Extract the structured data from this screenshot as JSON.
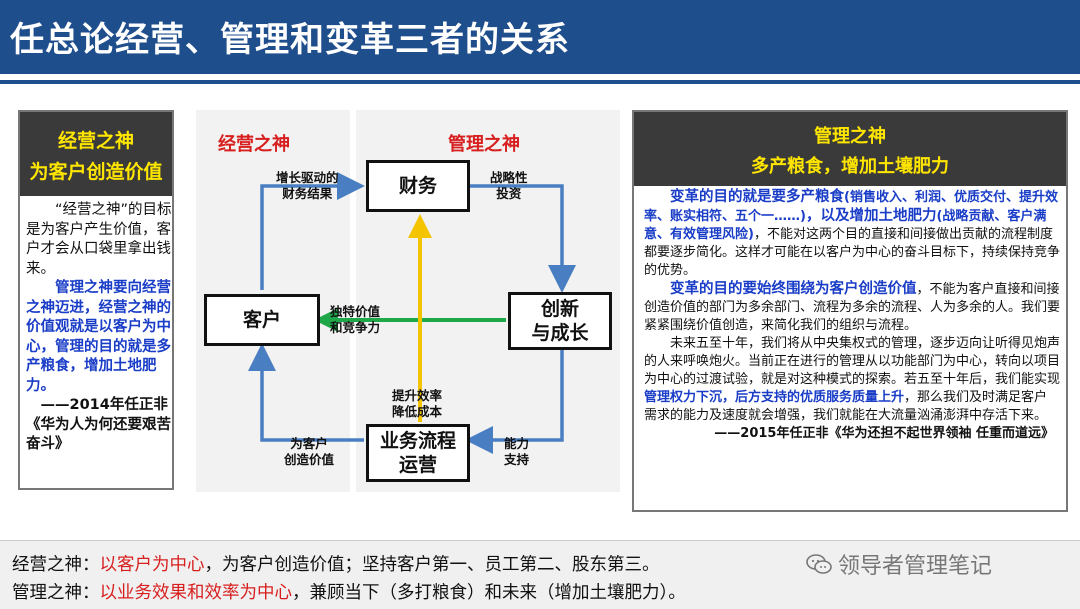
{
  "header": {
    "title": "任总论经营、管理和变革三者的关系"
  },
  "left_panel": {
    "heading_line1": "经营之神",
    "heading_line2": "为客户创造价值",
    "para1": "“经营之神”的目标是为客户产生价值，客户才会从口袋里拿出钱来。",
    "para2": "管理之神要向经营之神迈进，经营之神的价值观就是以客户为中心，管理的目的就是多产粮食，增加土地肥力。",
    "quote": "——2014年任正非《华为人为何还要艰苦奋斗》"
  },
  "diagram": {
    "zone_left": "经营之神",
    "zone_right": "管理之神",
    "nodes": {
      "finance": "财务",
      "customer": "客户",
      "innovation_line1": "创新",
      "innovation_line2": "与成长",
      "operations_line1": "业务流程",
      "operations_line2": "运营"
    },
    "edge_labels": {
      "growth_line1": "增长驱动的",
      "growth_line2": "财务结果",
      "strategic_line1": "战略性",
      "strategic_line2": "投资",
      "unique_line1": "独特价值",
      "unique_line2": "和竞争力",
      "efficiency_line1": "提升效率",
      "efficiency_line2": "降低成本",
      "create_value_line1": "为客户",
      "create_value_line2": "创造价值",
      "capability_line1": "能力",
      "capability_line2": "支持"
    },
    "colors": {
      "blue_arrow": "#4a7ec2",
      "green_arrow": "#1fa84a",
      "yellow_arrow": "#f5c400",
      "accent_red": "#d81f1f"
    }
  },
  "right_panel": {
    "heading_line1": "管理之神",
    "heading_line2": "多产粮食，增加土壤肥力",
    "p1_a": "变革的目的就是要多产粮食",
    "p1_b": "(销售收入、利润、优质交付、提升效率、账实相符、五个一……)",
    "p1_c": "，以及增加土地肥力",
    "p1_d": "(战略贡献、客户满意、有效管理风险)",
    "p1_e": "，不能对这两个目的直接和间接做出贡献的流程制度都要逐步简化。这样才可能在以客户为中心的奋斗目标下，持续保持竞争的优势。",
    "p2_a": "变革的目的要始终围绕为客户创造价值",
    "p2_b": "，不能为客户直接和间接创造价值的部门为多余部门、流程为多余的流程、人为多余的人。我们要紧紧围绕价值创造，来简化我们的组织与流程。",
    "p3_a": "未来五至十年，我们将从中央集权式的管理，逐步迈向让听得见炮声的人来呼唤炮火。当前正在进行的管理从以功能部门为中心，转向以项目为中心的过渡试验，就是对这种模式的探索。若五至十年后，我们能实现",
    "p3_b": "管理权力下沉，后方支持的优质服务质量上升",
    "p3_c": "，那么我们及时满足客户需求的能力及速度就会增强，我们就能在大流量汹涌澎湃中存活下来。",
    "source": "——2015年任正非《华为还担不起世界领袖 任重而道远》"
  },
  "bottom": {
    "line1_a": "经营之神：",
    "line1_b": "以客户为中心",
    "line1_c": "，为客户创造价值；坚持客户第一、员工第二、股东第三。",
    "line2_a": "管理之神：",
    "line2_b": "以业务效果和效率为中心",
    "line2_c": "，兼顾当下（多打粮食）和未来（增加土壤肥力）。"
  },
  "watermark": {
    "text": "领导者管理笔记",
    "icon": "wechat-icon"
  }
}
